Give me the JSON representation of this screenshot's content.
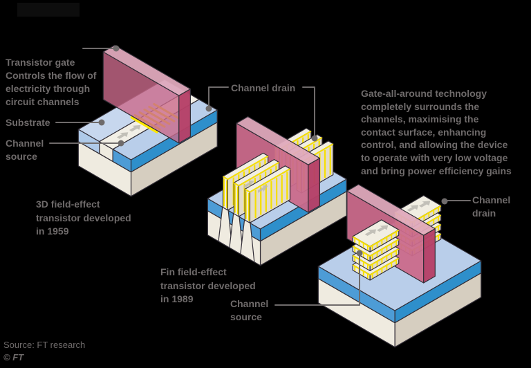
{
  "labels": {
    "transistor_gate": {
      "title": "Transistor gate",
      "desc": "Controls the flow of\nelectricity through\ncircuit channels"
    },
    "substrate": "Substrate",
    "channel_source_left": "Channel\nsource",
    "channel_drain_top": "Channel drain",
    "gaa_note": "Gate-all-around technology\ncompletely surrounds the\nchannels, maximising the\ncontact surface, enhancing\ncontrol, and allowing the device\nto operate with very low voltage\nand bring power efficiency gains",
    "t1_caption": "3D field-effect\ntransistor developed\nin 1959",
    "t2_caption": "Fin field-effect\ntransistor developed\nin 1989",
    "channel_source_bottom": "Channel\nsource",
    "channel_drain_right": "Channel\ndrain",
    "source_line": "Source: FT research",
    "copyright": "© FT"
  },
  "colors": {
    "background": "#000000",
    "label_text": "#6f6b6b",
    "leader": "#6f6b6b",
    "outline": "#322e37",
    "cream_top": "#EDE9DD",
    "cream_front": "#EFEBE0",
    "cream_side": "#D6CEC0",
    "pale_top": "#C7D7EE",
    "pale_front": "#AFCAE9",
    "blue_top": "#B9CEEA",
    "blue_front": "#4D9CD6",
    "blue_side": "#2E8FCB",
    "strip_top": "#F2EFE6",
    "fin_top": "#F1EEE3",
    "fin_front": "#EFEBE0",
    "fin_side": "#E3DCCB",
    "gate_front": "#CA6A8B",
    "gate_top": "#DFA9BC",
    "gate_side": "#B64067",
    "yellow": "#F6DF00",
    "yellow_bright": "#FFE800",
    "arrow": "#BDBAB2",
    "masthead": "#0d0d0d"
  }
}
